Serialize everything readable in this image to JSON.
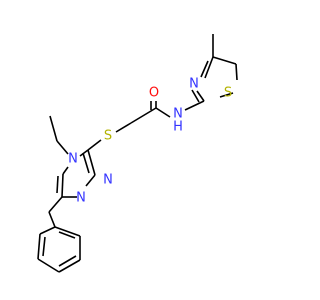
{
  "colors": {
    "bond": "#000000",
    "N": "#3333ff",
    "O": "#ff0d0d",
    "S": "#b3b300",
    "H": "#3333ff"
  },
  "atoms": {
    "O": "O",
    "NH_N": "N",
    "NH_H": "H",
    "N_thiazole": "N",
    "S_thiazole": "S",
    "S_thioether": "S",
    "N4_triazole": "N",
    "N2_triazole": "N",
    "N1_triazole": "N"
  }
}
